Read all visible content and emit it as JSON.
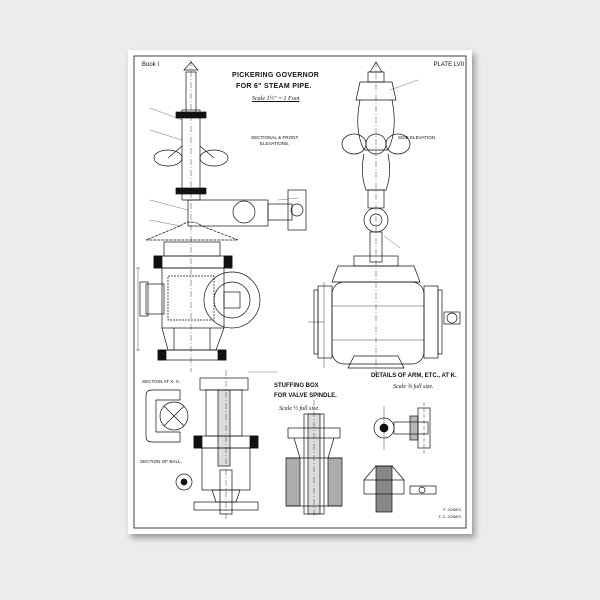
{
  "book_label": "Book I",
  "plate_label": "PLATE LVII",
  "title_line1": "PICKERING GOVERNOR",
  "title_line2": "FOR 6\" STEAM PIPE.",
  "scale_main": "Scale 1½\" = 1 Foot",
  "sectional_label_line1": "SECTIONAL & FRONT",
  "sectional_label_line2": "ELEVATIONS.",
  "side_elevation_label": "SIDE ELEVATION",
  "section_xx_label": "SECTION AT X. X.",
  "section_ball_label": "SECTION OF BALL.",
  "stuffing_box_line1": "STUFFING BOX",
  "stuffing_box_line2": "FOR VALVE SPINDLE.",
  "scale_stuffing": "Scale ½ full size.",
  "arm_details_label": "DETAILS OF ARM, ETC., AT K.",
  "scale_arm": "Scale ¾ full size.",
  "signature_1": "F. JONES.",
  "signature_2": "T. C. JONES.",
  "colors": {
    "ink": "#111111",
    "paper": "#ffffff",
    "background": "#ececec"
  }
}
